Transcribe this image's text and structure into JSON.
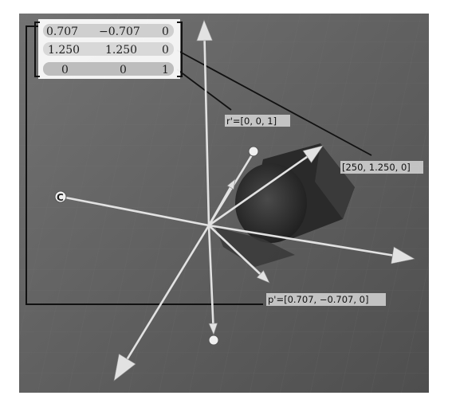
{
  "matrix": {
    "rows": [
      [
        "0.707",
        "−0.707",
        "0"
      ],
      [
        "1.250",
        "1.250",
        "0"
      ],
      [
        "0",
        "0",
        "1"
      ]
    ]
  },
  "labels": {
    "r_vector": "r'=[0, 0, 1]",
    "q_vector": "[250, 1.250, 0]",
    "p_vector": "p'=[0.707, −0.707, 0]"
  },
  "icons": {
    "axis_marker_left": "C",
    "axis_marker_bottom": "o",
    "axis_marker_upper": "o"
  },
  "colors": {
    "scene_background": "#5f5f5f",
    "arrow_color": "#e2e2e2",
    "object_dark": "#2f2f2f",
    "matrix_row_fill": "#bdbdbd"
  }
}
